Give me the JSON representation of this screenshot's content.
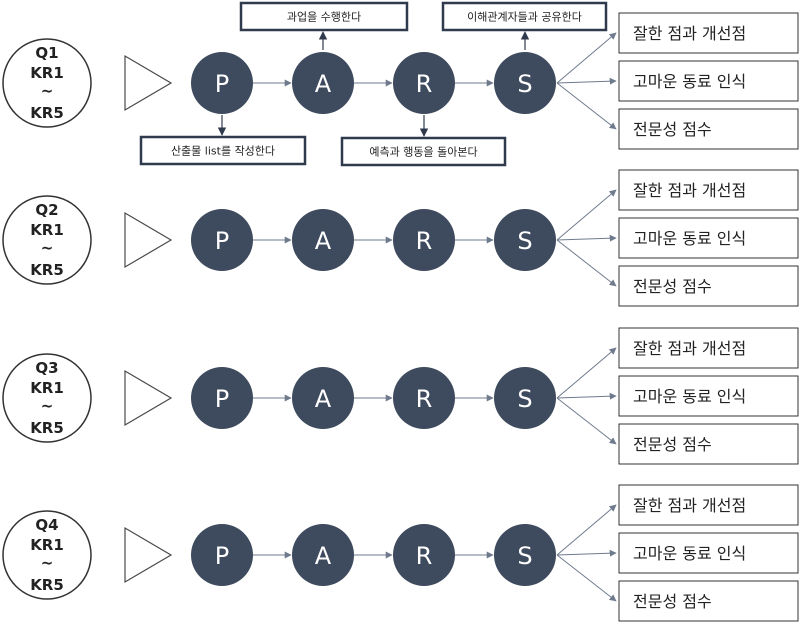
{
  "colors": {
    "node_fill": "#3e4a5d",
    "arrow": "#6f7b8d",
    "border": "#333333",
    "note_border": "#2f3a4d"
  },
  "rows": [
    {
      "label": [
        "Q1",
        "KR1",
        "~",
        "KR5"
      ],
      "nodes": [
        "P",
        "A",
        "R",
        "S"
      ],
      "outcomes": [
        "잘한 점과 개선점",
        "고마운 동료 인식",
        "전문성 점수"
      ]
    },
    {
      "label": [
        "Q2",
        "KR1",
        "~",
        "KR5"
      ],
      "nodes": [
        "P",
        "A",
        "R",
        "S"
      ],
      "outcomes": [
        "잘한 점과 개선점",
        "고마운 동료 인식",
        "전문성 점수"
      ]
    },
    {
      "label": [
        "Q3",
        "KR1",
        "~",
        "KR5"
      ],
      "nodes": [
        "P",
        "A",
        "R",
        "S"
      ],
      "outcomes": [
        "잘한 점과 개선점",
        "고마운 동료 인식",
        "전문성 점수"
      ]
    },
    {
      "label": [
        "Q4",
        "KR1",
        "~",
        "KR5"
      ],
      "nodes": [
        "P",
        "A",
        "R",
        "S"
      ],
      "outcomes": [
        "잘한 점과 개선점",
        "고마운 동료 인식",
        "전문성 점수"
      ]
    }
  ],
  "notes": {
    "A": "과업을 수행한다",
    "S": "이해관계자들과 공유한다",
    "P": "산출물 list를 작성한다",
    "R": "예측과 행동을 돌아본다"
  }
}
